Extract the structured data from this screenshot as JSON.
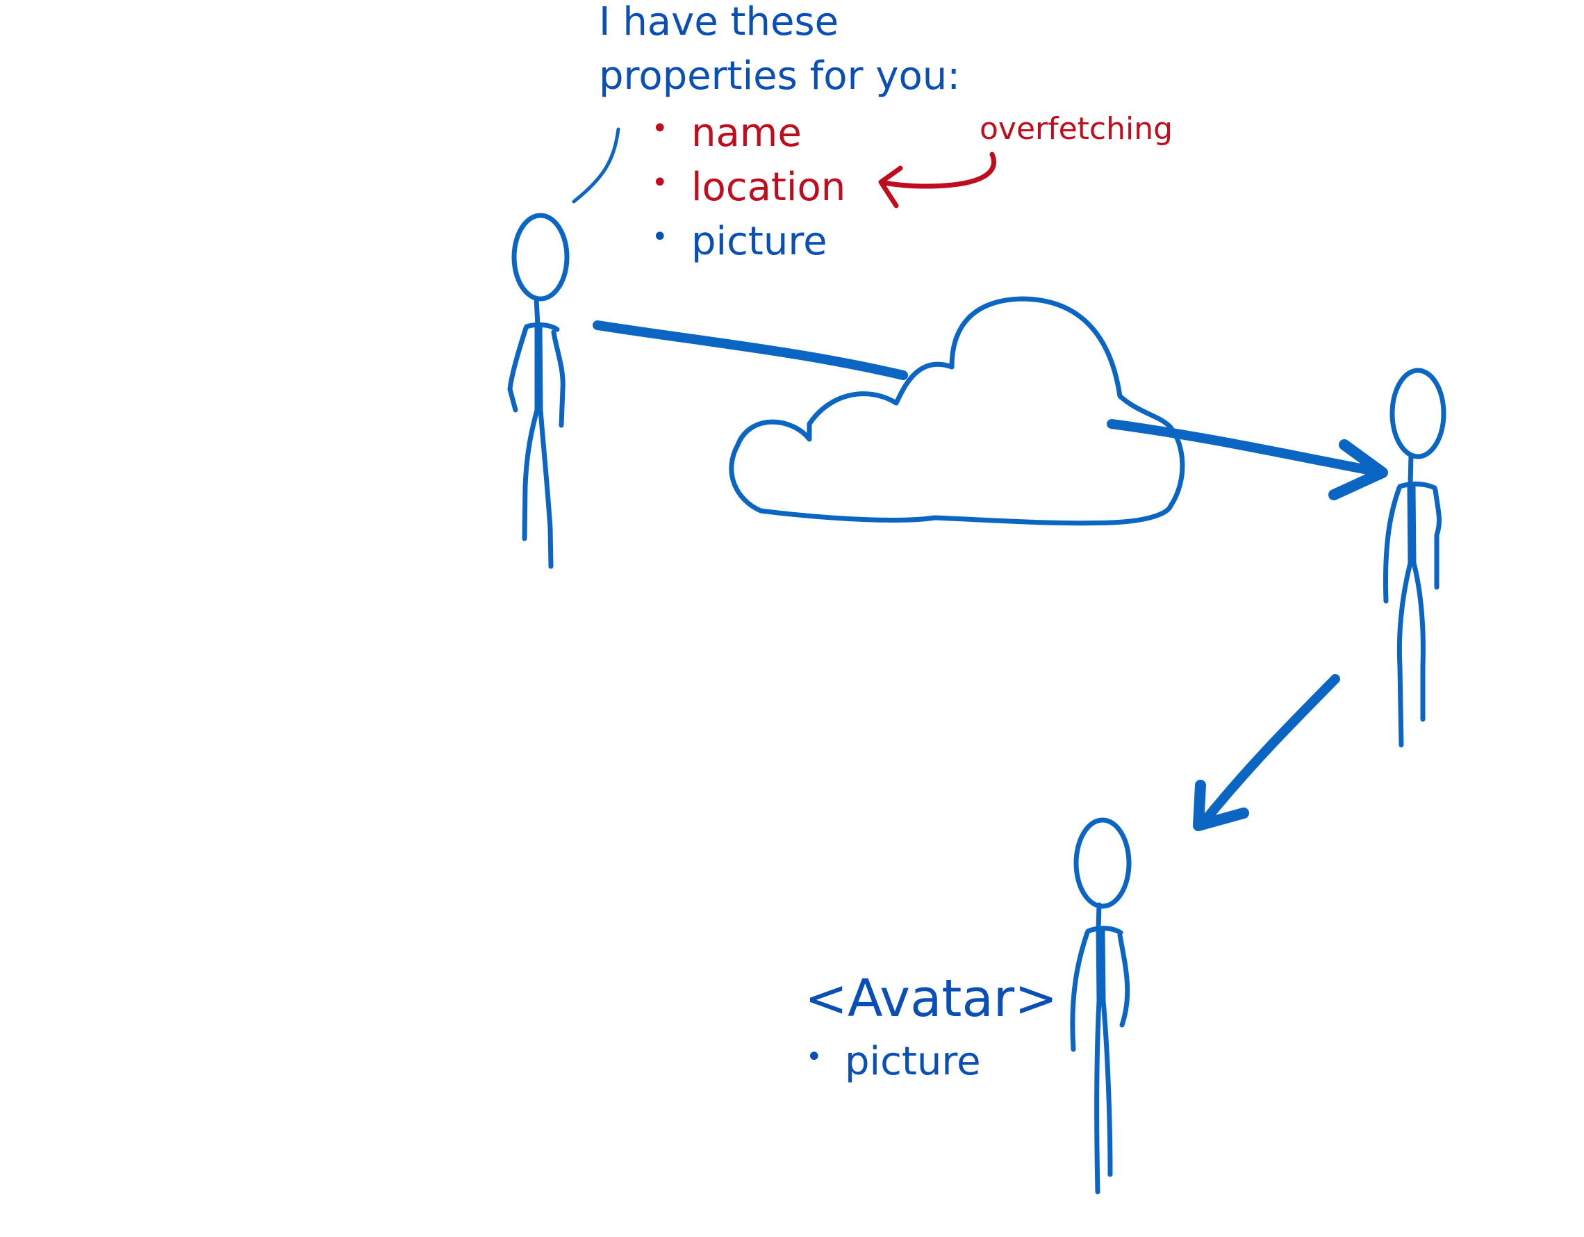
{
  "speech": {
    "line1": "I have these",
    "line2": "properties for you:",
    "items": [
      "name",
      "location",
      "picture"
    ]
  },
  "annotation": "overfetching",
  "component": {
    "name": "<Avatar>",
    "items": [
      "picture"
    ]
  },
  "bullet": "•",
  "colors": {
    "ink": "#0a66c2",
    "text": "#0a4fb5",
    "highlight": "#c00d1e"
  },
  "icons": [
    "stick-figure-icon",
    "cloud-icon",
    "arrow-icon"
  ]
}
